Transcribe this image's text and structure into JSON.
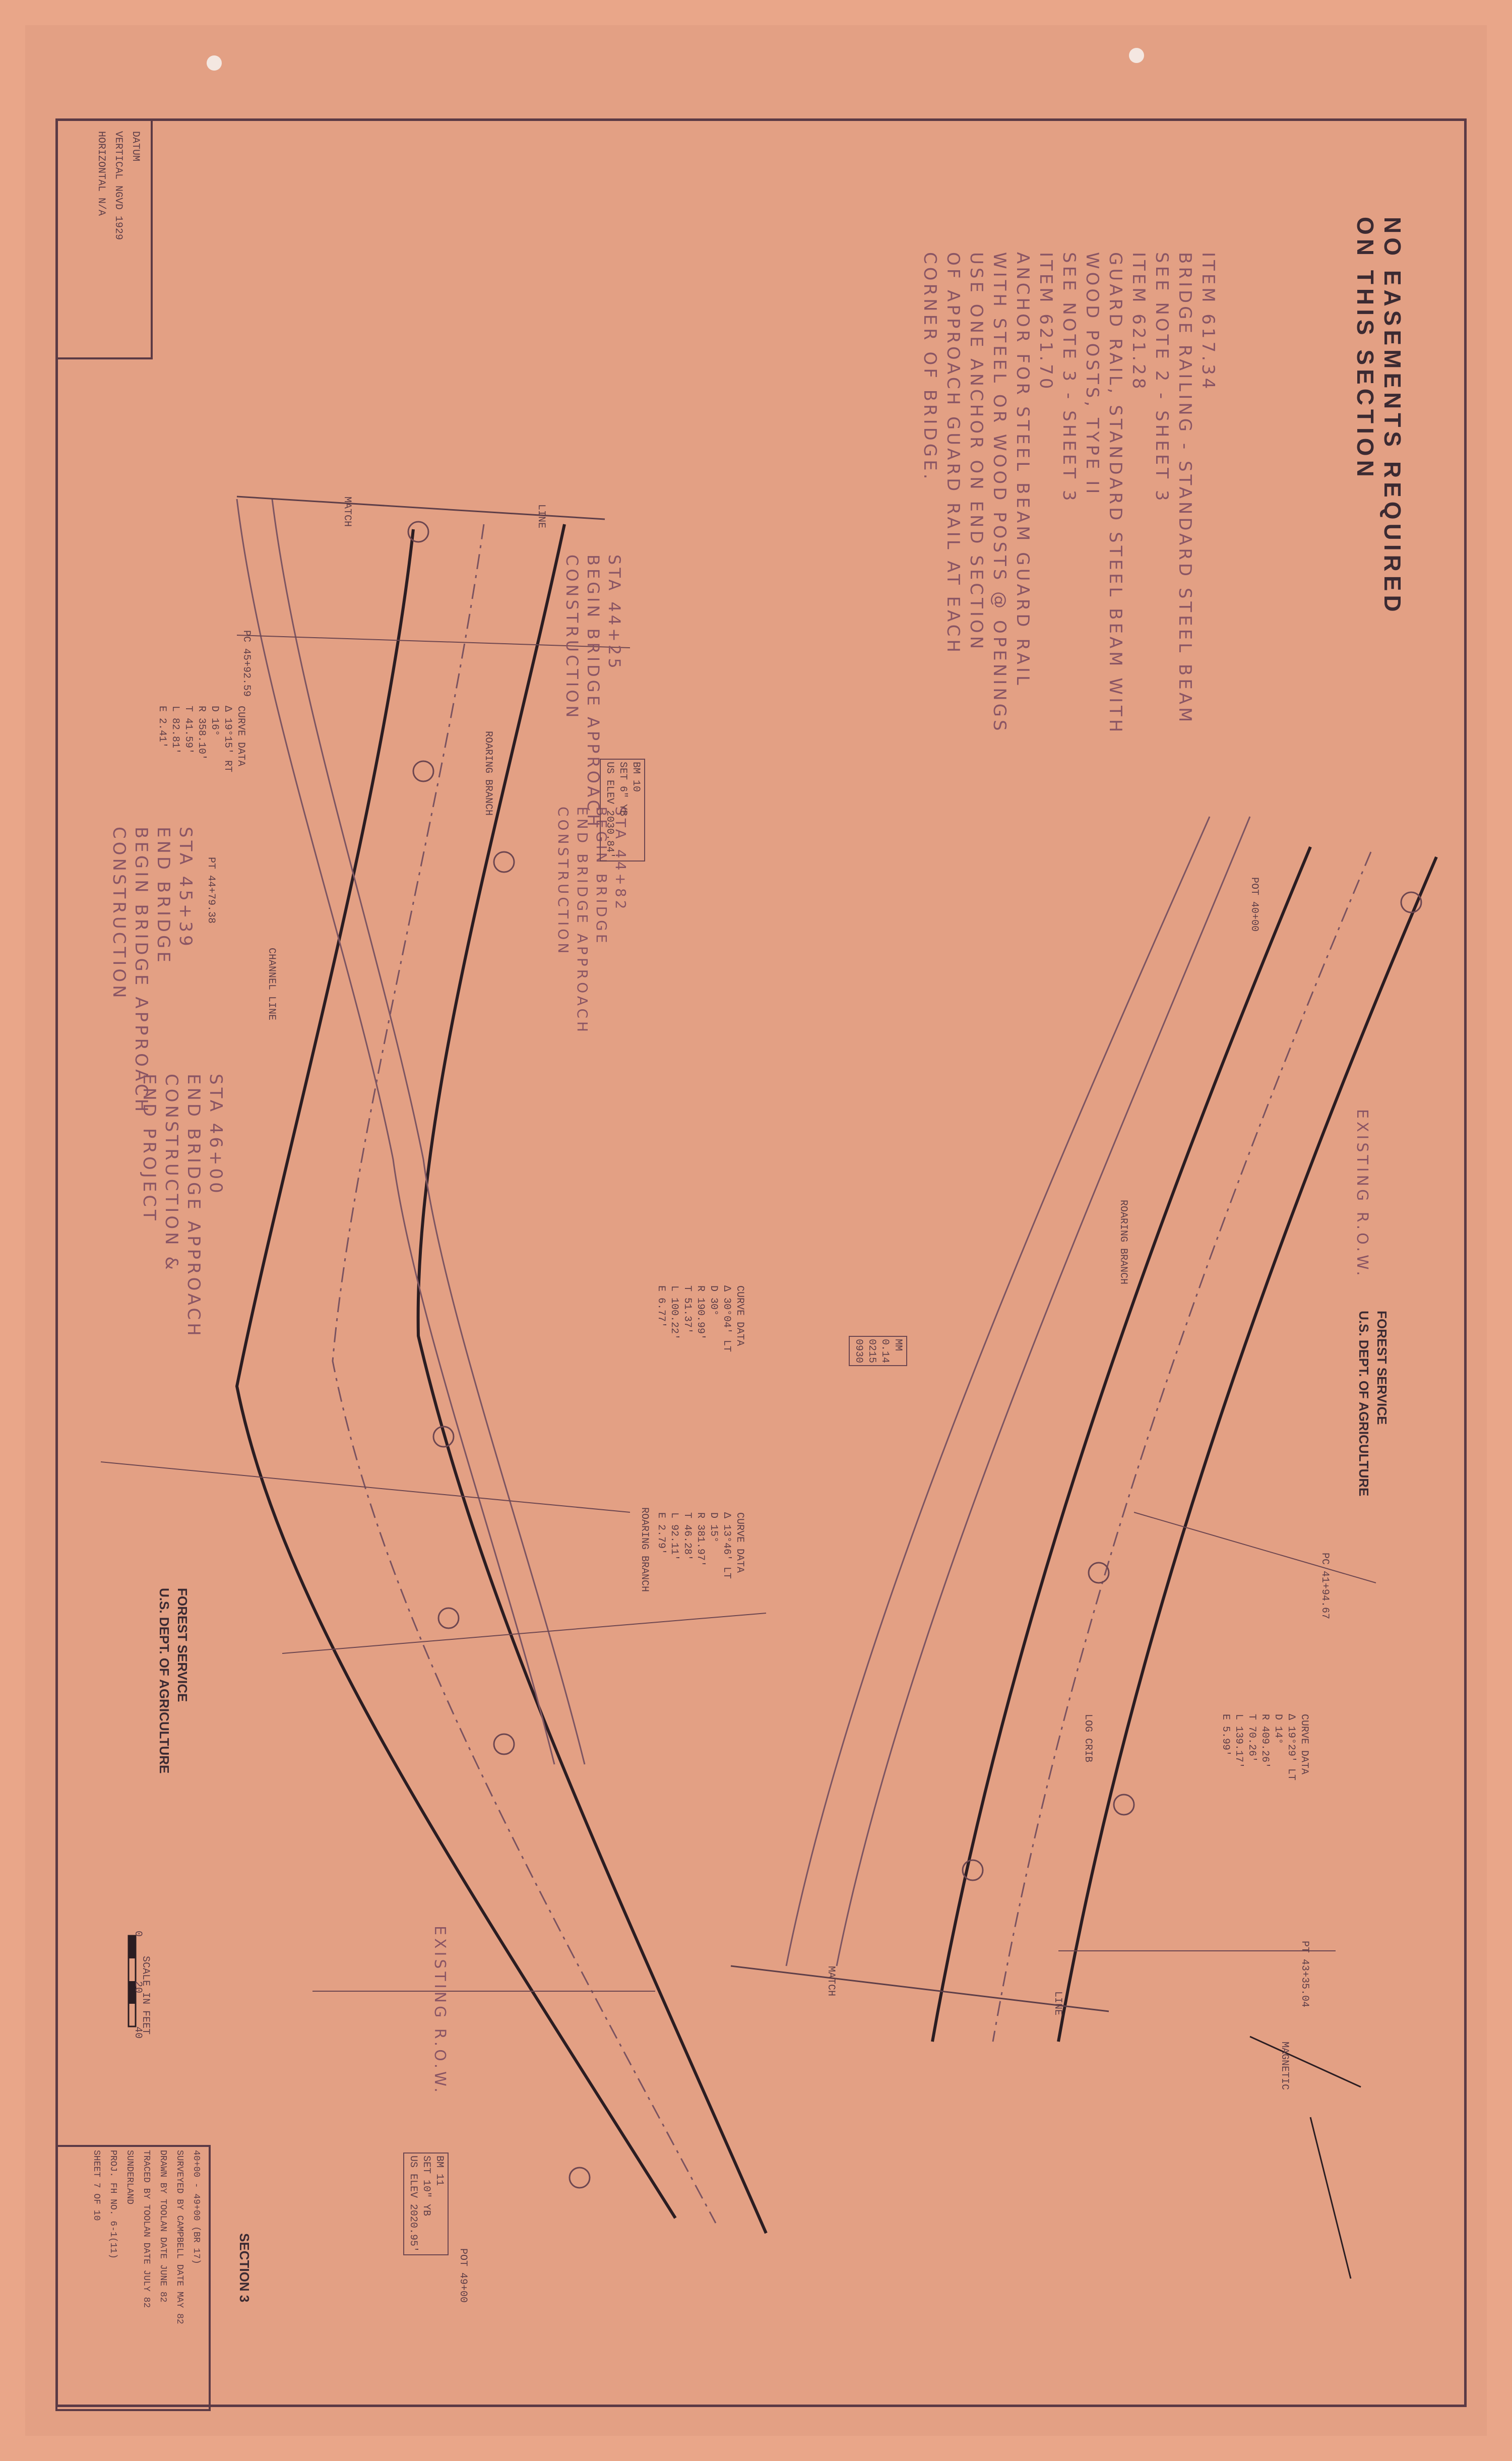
{
  "notice": {
    "line1": "NO EASEMENTS REQUIRED",
    "line2": "ON THIS SECTION"
  },
  "datum": {
    "title": "DATUM",
    "vertical_label": "VERTICAL",
    "vertical_value": "NGVD 1929",
    "horizontal_label": "HORIZONTAL",
    "horizontal_value": "N/A"
  },
  "items": [
    {
      "num": "ITEM 617.34",
      "desc": "BRIDGE RAILING - STANDARD STEEL BEAM",
      "note": "SEE NOTE 2 - SHEET 3"
    },
    {
      "num": "ITEM 621.28",
      "desc": "GUARD RAIL, STANDARD STEEL BEAM WITH",
      "desc2": "WOOD POSTS, TYPE II",
      "note": "SEE NOTE 3 - SHEET 3"
    },
    {
      "num": "ITEM 621.70",
      "desc": "ANCHOR FOR STEEL BEAM GUARD RAIL",
      "desc2": "WITH STEEL OR WOOD POSTS @ OPENINGS",
      "desc3": "USE ONE ANCHOR ON END SECTION",
      "desc4": "OF APPROACH GUARD RAIL AT EACH",
      "desc5": "CORNER OF BRIDGE."
    }
  ],
  "stations": [
    {
      "sta": "STA 44+25",
      "l1": "BEGIN BRIDGE APPROACH",
      "l2": "CONSTRUCTION"
    },
    {
      "sta": "STA 44+82",
      "l1": "BEGIN BRIDGE",
      "l2": "END BRIDGE APPROACH",
      "l3": "CONSTRUCTION"
    },
    {
      "sta": "STA 45+39",
      "l1": "END BRIDGE",
      "l2": "BEGIN BRIDGE APPROACH",
      "l3": "CONSTRUCTION"
    },
    {
      "sta": "STA 46+00",
      "l1": "END BRIDGE APPROACH",
      "l2": "CONSTRUCTION &",
      "l3": "END PROJECT"
    }
  ],
  "agency": {
    "line1": "FOREST SERVICE",
    "line2": "U.S. DEPT. OF AGRICULTURE"
  },
  "plan_labels": {
    "match": "MATCH",
    "line": "LINE",
    "roaring_branch": "ROARING BRANCH",
    "channel_line": "CHANNEL LINE",
    "existing_row": "EXISTING R.O.W.",
    "log_crib": "LOG CRIB",
    "magnetic": "MAGNETIC",
    "pc1": "PC 45+92.59",
    "pt1": "PT 44+79.38",
    "pc2": "PC 41+94.67",
    "pt2": "PT 43+35.04",
    "pot1": "POT 40+00",
    "pot2": "POT 49+00"
  },
  "curves": [
    {
      "header": "CURVE DATA",
      "delta": "Δ 19°15' RT",
      "d": "D 16°",
      "r": "R 358.10'",
      "t": "T 41.59'",
      "l": "L 82.81'",
      "e": "E 2.41'"
    },
    {
      "header": "CURVE DATA",
      "delta": "Δ 30°04' LT",
      "d": "D 30°",
      "r": "R 190.99'",
      "t": "T 51.37'",
      "l": "L 100.22'",
      "e": "E 6.77'"
    },
    {
      "header": "CURVE DATA",
      "delta": "Δ 13°46' LT",
      "d": "D 15°",
      "r": "R 381.97'",
      "t": "T 46.28'",
      "l": "L 92.11'",
      "e": "E 2.79'"
    },
    {
      "header": "CURVE DATA",
      "delta": "Δ 19°29' LT",
      "d": "D 14°",
      "r": "R 409.26'",
      "t": "T 70.26'",
      "l": "L 139.17'",
      "e": "E 5.99'"
    }
  ],
  "benchmarks": [
    {
      "l1": "BM 10",
      "l2": "SET 6\" YB",
      "l3": "US ELEV 2030.84'"
    },
    {
      "l1": "BM 11",
      "l2": "SET 10\" YB",
      "l3": "US ELEV 2020.95'"
    },
    {
      "l1": "MM",
      "l2": "0.14",
      "l3": "0215",
      "l4": "0930"
    }
  ],
  "scale": {
    "label": "SCALE IN FEET",
    "t0": "0",
    "t20": "20",
    "t40": "40"
  },
  "title_block": {
    "section": "SECTION 3",
    "range": "40+00 - 49+00 (BR 17)",
    "surveyed": "SURVEYED BY CAMPBELL",
    "drawn": "DRAWN BY TOOLAN",
    "traced": "TRACED BY TOOLAN",
    "date1": "DATE MAY 82",
    "date2": "DATE JUNE 82",
    "date3": "DATE JULY 82",
    "forest": "SUNDERLAND",
    "proj": "PROJ. FH NO. 6-1(11)",
    "sheet": "SHEET 7 OF 10"
  }
}
